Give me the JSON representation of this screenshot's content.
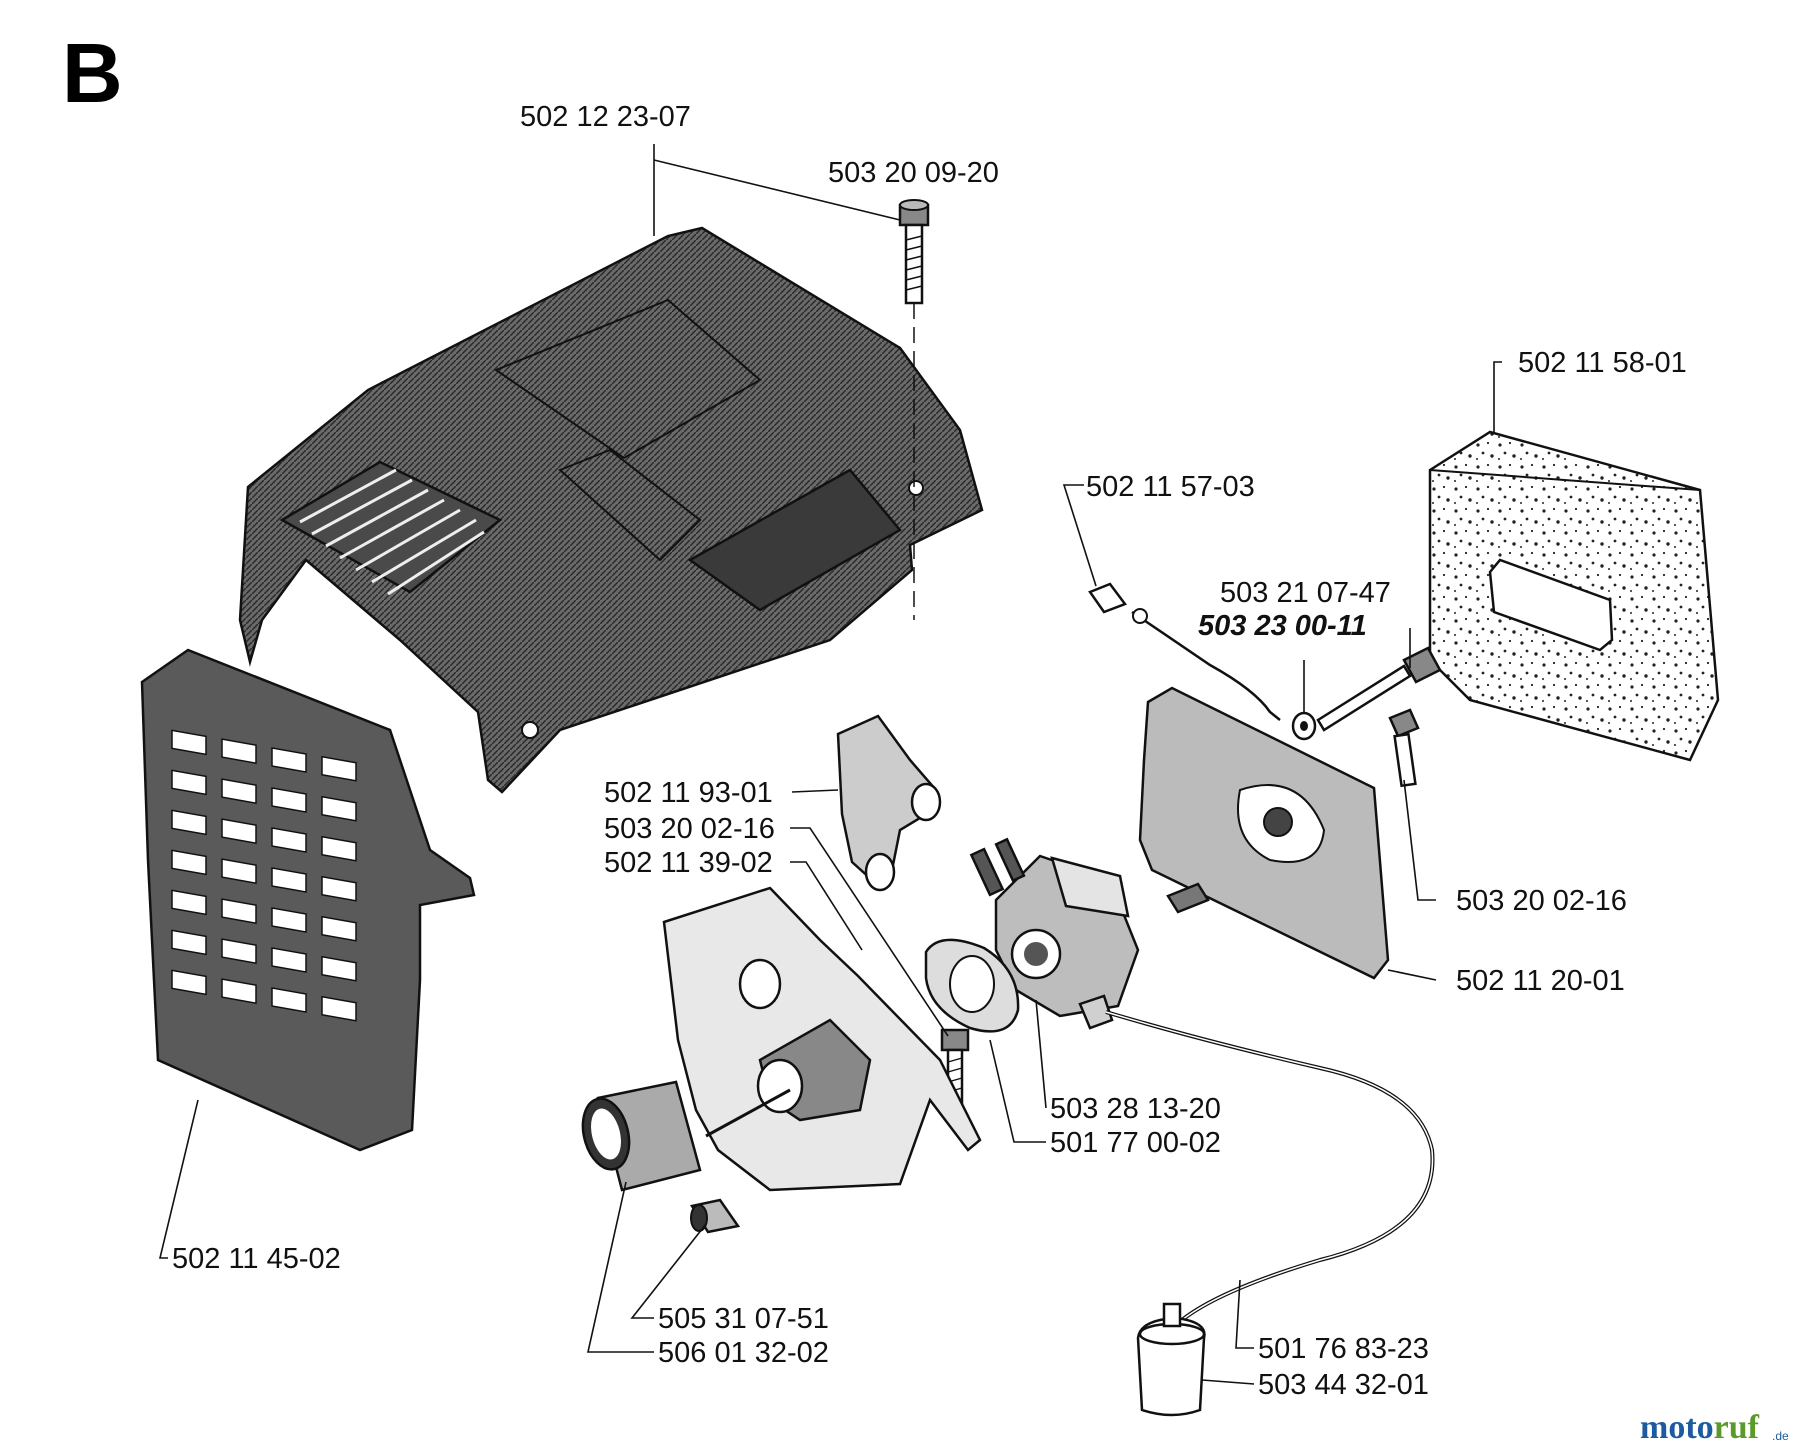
{
  "section_label": "B",
  "parts": [
    {
      "id": "cylinder-cover",
      "label": "502 12 23-07"
    },
    {
      "id": "cover-screw",
      "label": "503 20 09-20"
    },
    {
      "id": "air-filter",
      "label": "502 11 58-01"
    },
    {
      "id": "choke-rod",
      "label": "502 11 57-03"
    },
    {
      "id": "filter-screw",
      "label": "503 21 07-47"
    },
    {
      "id": "washer",
      "label": "503 23 00-11"
    },
    {
      "id": "intake-elbow",
      "label": "502 11 93-01"
    },
    {
      "id": "elbow-screw",
      "label": "503 20 02-16"
    },
    {
      "id": "carb-housing",
      "label": "502 11 39-02"
    },
    {
      "id": "holder-screw",
      "label": "503 20 02-16"
    },
    {
      "id": "filter-holder",
      "label": "502 11 20-01"
    },
    {
      "id": "carb-screw",
      "label": "503 28 13-20"
    },
    {
      "id": "gasket",
      "label": "501 77 00-02"
    },
    {
      "id": "grille",
      "label": "502 11 45-02"
    },
    {
      "id": "small-sleeve",
      "label": "505 31 07-51"
    },
    {
      "id": "rubber-sleeve",
      "label": "506 01 32-02"
    },
    {
      "id": "fuel-line",
      "label": "501 76 83-23"
    },
    {
      "id": "fuel-filter",
      "label": "503 44 32-01"
    }
  ],
  "watermark": {
    "text_a": "moto",
    "text_b": "ruf",
    "suffix": ".de"
  },
  "colors": {
    "ink": "#111111",
    "body_fill": "#5a5a5a",
    "dark_fill": "#3a3a3a",
    "logo_blue": "#1e5aa0",
    "logo_green": "#5a9a2a"
  }
}
